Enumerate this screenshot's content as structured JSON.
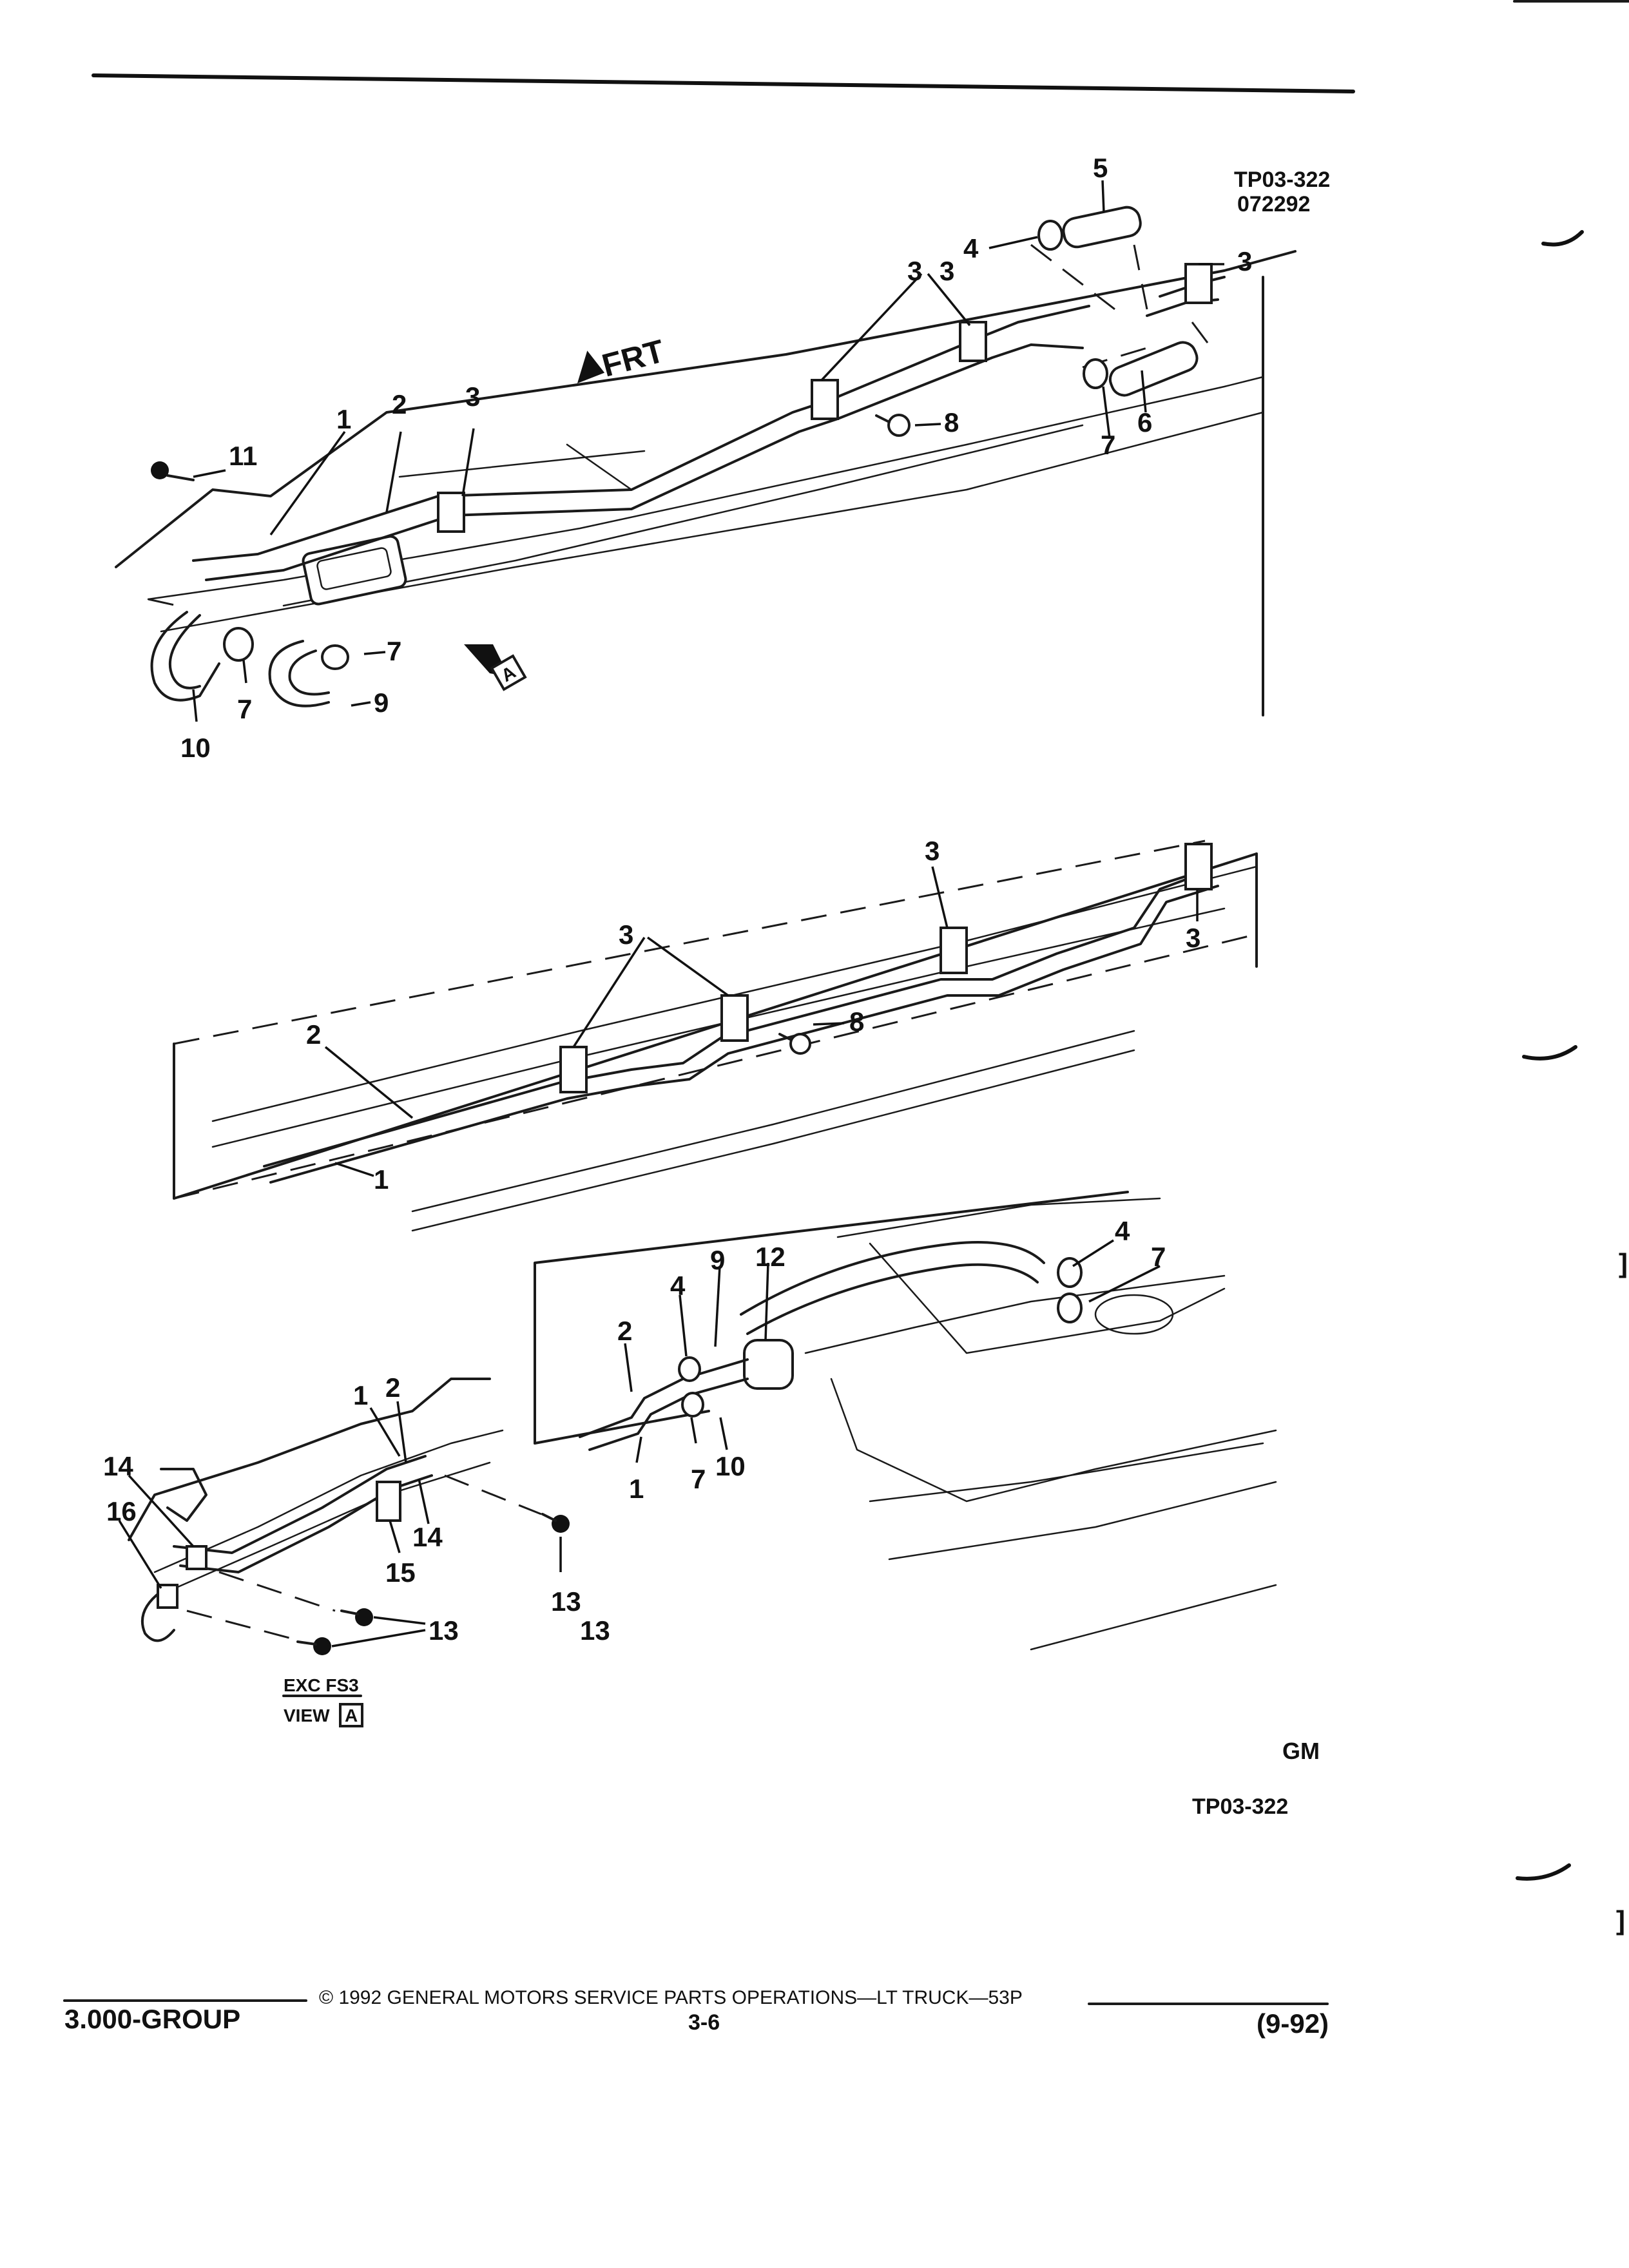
{
  "header": {
    "drawing_code": "TP03-322",
    "date_code": "072292"
  },
  "direction_label": "FRT",
  "view_marker": "A",
  "callouts": {
    "upper": [
      "1",
      "2",
      "3",
      "3",
      "3",
      "3",
      "4",
      "5",
      "6",
      "7",
      "7",
      "7",
      "8",
      "9",
      "10",
      "11"
    ],
    "middle": [
      "1",
      "2",
      "3",
      "3",
      "3",
      "8"
    ],
    "lower": [
      "1",
      "2",
      "4",
      "7",
      "9",
      "10",
      "12",
      "4",
      "7"
    ],
    "view_a": [
      "1",
      "2",
      "13",
      "13",
      "13",
      "14",
      "14",
      "15",
      "16"
    ]
  },
  "view_caption": {
    "line1": "EXC FS3",
    "line2_prefix": "VIEW",
    "line2_box": "A"
  },
  "logo_text": "GM",
  "bottom_code": "TP03-322",
  "footer": {
    "group": "3.000-GROUP",
    "copyright": "© 1992 GENERAL MOTORS SERVICE PARTS OPERATIONS—LT TRUCK—53P",
    "page": "3-6",
    "revision": "(9-92)"
  }
}
